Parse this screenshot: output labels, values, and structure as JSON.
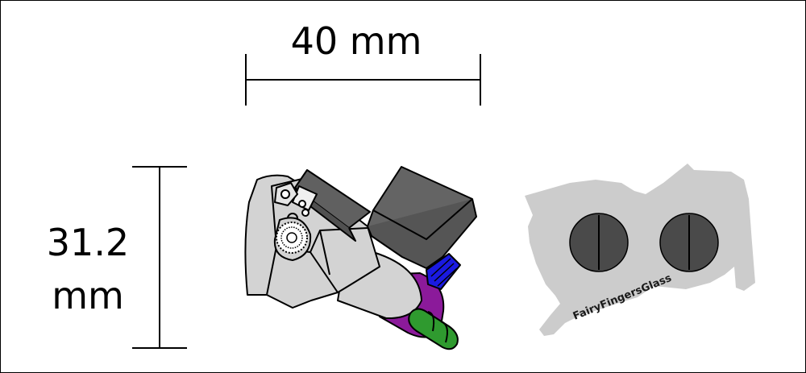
{
  "dimensions": {
    "width_label": "40 mm",
    "height_value": "31.2",
    "height_unit": "mm"
  },
  "logo": {
    "text": "FairyFingersGlass"
  },
  "colors": {
    "outline": "#000000",
    "body_light": "#d3d3d3",
    "lid_dark": "#606060",
    "cap_dark": "#646464",
    "tube_purple": "#8b1a9a",
    "knob_green": "#2f9a2f",
    "ridge_blue": "#1a1ae0",
    "silhouette": "#cccccc",
    "screw_dark": "#4a4a4a"
  },
  "icons": [
    "screw-icon",
    "knurled-wheel-icon"
  ]
}
